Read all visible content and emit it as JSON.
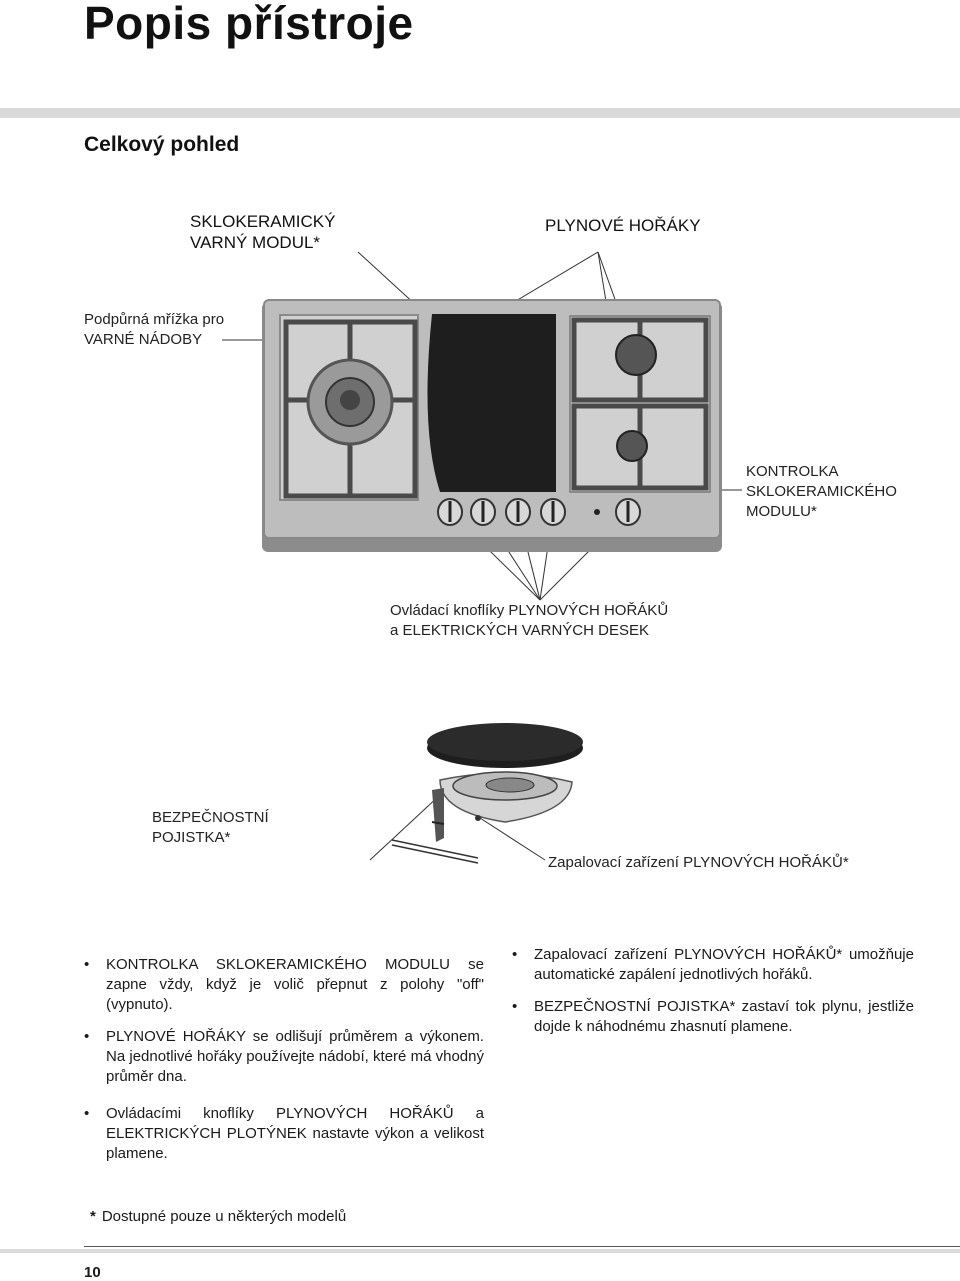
{
  "page": {
    "title": "Popis přístroje",
    "section_title": "Celkový pohled",
    "page_number": "10"
  },
  "diagram": {
    "ceramic_module_line1": "SKLOKERAMICKÝ",
    "ceramic_module_line2": "VARNÝ MODUL*",
    "gas_burners": "PLYNOVÉ HOŘÁKY",
    "grate_line1": "Podpůrná mřížka pro",
    "grate_line2": "VARNÉ NÁDOBY",
    "indicator_line1": "KONTROLKA",
    "indicator_line2": "SKLOKERAMICKÉHO",
    "indicator_line3": "MODULU*",
    "knobs_line1_pre": "Ovládací knoflíky ",
    "knobs_line1_caps": "PLYNOVÝCH HOŘÁKŮ",
    "knobs_line2_pre": "a ",
    "knobs_line2_caps": "ELEKTRICKÝCH VARNÝCH DESEK",
    "safety_line1": "BEZPEČNOSTNÍ",
    "safety_line2": "POJISTKA*",
    "ignition_pre": "Zapalovací zařízení ",
    "ignition_caps": "PLYNOVÝCH HOŘÁKŮ*"
  },
  "bullets_left": [
    {
      "caps": "KONTROLKA SKLOKERAMICKÉHO MODULU",
      "text": " se zapne vždy, když je volič přepnut z polohy \"off\" (vypnuto)."
    },
    {
      "caps": "PLYNOVÉ HOŘÁKY",
      "text": " se odlišují průměrem a výkonem. Na jednotlivé hořáky používejte nádobí, které má vhodný průměr dna."
    }
  ],
  "bullets_bottom": [
    {
      "pre": "Ovládacími knoflíky ",
      "caps": "PLYNOVÝCH HOŘÁKŮ",
      "mid": " a ",
      "caps2": "ELEKTRICKÝCH PLOTÝNEK",
      "text": " nastavte výkon a velikost plamene."
    }
  ],
  "bullets_right": [
    {
      "pre": "Zapalovací zařízení ",
      "caps": "PLYNOVÝCH HOŘÁKŮ*",
      "text": " umožňuje automatické zapálení jednotlivých hořáků."
    },
    {
      "pre": "",
      "caps": "BEZPEČNOSTNÍ POJISTKA*",
      "text": " zastaví tok plynu, jestliže dojde k náhodnému zhasnutí plamene."
    }
  ],
  "footnote": {
    "star": "*",
    "text": "Dostupné pouze u některých modelů"
  },
  "colors": {
    "hob_steel": "#bdbdbd",
    "hob_dark": "#7a7a7a",
    "ceramic_glass": "#1e1e1e",
    "page_rule": "#d9d9d9"
  }
}
